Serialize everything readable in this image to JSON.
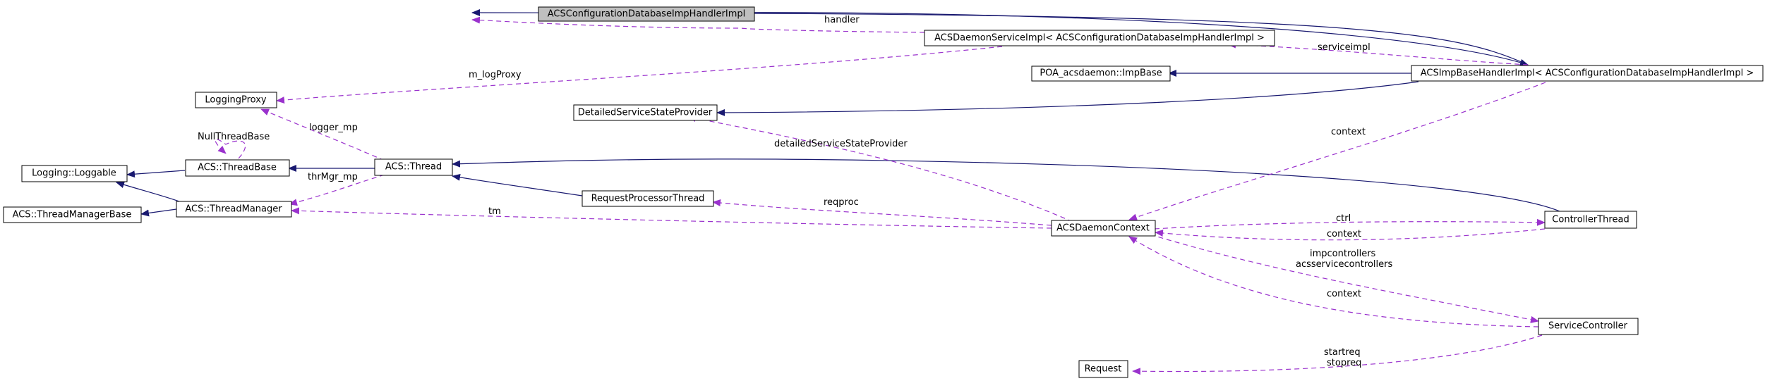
{
  "colors": {
    "inherit": "#191970",
    "usage": "#9a32cd",
    "node_fill": "#ffffff",
    "focus_fill": "#bfbfbf"
  },
  "nodes": {
    "config_db_handler": "ACSConfigurationDatabaseImpHandlerImpl",
    "daemon_service_impl": "ACSDaemonServiceImpl< ACSConfigurationDatabaseImpHandlerImpl >",
    "logging_proxy": "LoggingProxy",
    "poa_imp_base": "POA_acsdaemon::ImpBase",
    "imp_base_handler": "ACSImpBaseHandlerImpl< ACSConfigurationDatabaseImpHandlerImpl >",
    "detailed_state_provider": "DetailedServiceStateProvider",
    "loggable": "Logging::Loggable",
    "thread_base": "ACS::ThreadBase",
    "thread": "ACS::Thread",
    "thread_manager_base": "ACS::ThreadManagerBase",
    "thread_manager": "ACS::ThreadManager",
    "request_processor_thread": "RequestProcessorThread",
    "daemon_context": "ACSDaemonContext",
    "controller_thread": "ControllerThread",
    "service_controller": "ServiceController",
    "request": "Request"
  },
  "edge_labels": {
    "handler": "handler",
    "m_log_proxy": "m_logProxy",
    "service_impl": "serviceimpl",
    "null_thread_base": "NullThreadBase",
    "logger_mp": "logger_mp",
    "detailed_provider": "detailedServiceStateProvider",
    "context_imp": "context",
    "thr_mgr_mp": "thrMgr_mp",
    "reqproc": "reqproc",
    "tm": "tm",
    "ctrl": "ctrl",
    "context_ctrl": "context",
    "impcontrollers": "impcontrollers",
    "acsservicecontrollers": "acsservicecontrollers",
    "context_svc": "context",
    "startreq": "startreq",
    "stopreq": "stopreq"
  }
}
